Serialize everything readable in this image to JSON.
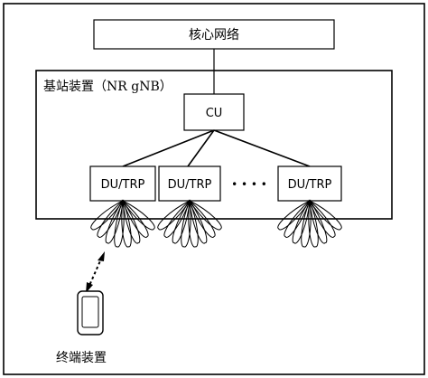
{
  "core_network": {
    "label": "核心网络"
  },
  "base_station": {
    "title": "基站装置（NR gNB）",
    "cu_label": "CU",
    "du_labels": [
      "DU/TRP",
      "DU/TRP",
      "DU/TRP"
    ],
    "ellipsis": "• • • •"
  },
  "terminal": {
    "label": "终端装置"
  }
}
